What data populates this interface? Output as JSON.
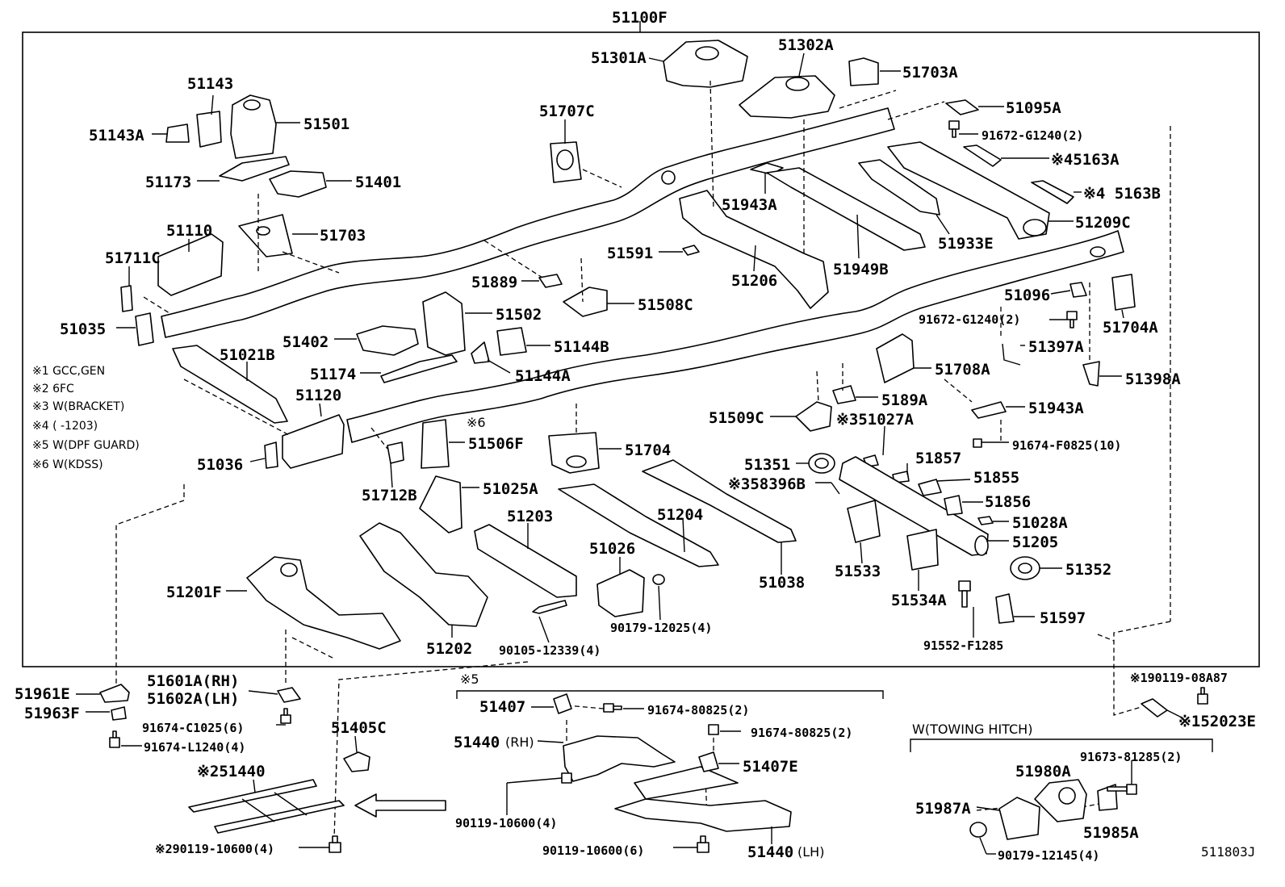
{
  "diagram": {
    "assembly_label": "51100F",
    "footer_code": "511803J",
    "notes": [
      {
        "id": "n1",
        "text": "※1 GCC,GEN"
      },
      {
        "id": "n2",
        "text": "※2 6FC"
      },
      {
        "id": "n3",
        "text": "※3 W(BRACKET)"
      },
      {
        "id": "n4",
        "text": "※4 (      -1203)"
      },
      {
        "id": "n5",
        "text": "※5 W(DPF GUARD)"
      },
      {
        "id": "n6",
        "text": "※6 W(KDSS)"
      }
    ],
    "group_notes": {
      "dpf_guard_mark": "※5",
      "towing_hitch": "W(TOWING HITCH)",
      "kdss_mark": "※6"
    },
    "labels": [
      {
        "id": "p51301A",
        "text": "51301A"
      },
      {
        "id": "p51302A",
        "text": "51302A"
      },
      {
        "id": "p51703A",
        "text": "51703A"
      },
      {
        "id": "p51095A",
        "text": "51095A"
      },
      {
        "id": "p91672a",
        "text": "91672-G1240(2)"
      },
      {
        "id": "p5163A",
        "text": "※45163A"
      },
      {
        "id": "p5163B",
        "text": "※4 5163B"
      },
      {
        "id": "p51209C",
        "text": "51209C"
      },
      {
        "id": "p51933E",
        "text": "51933E"
      },
      {
        "id": "p51143",
        "text": "51143"
      },
      {
        "id": "p51143A",
        "text": "51143A"
      },
      {
        "id": "p51501",
        "text": "51501"
      },
      {
        "id": "p51707C",
        "text": "51707C"
      },
      {
        "id": "p51173",
        "text": "51173"
      },
      {
        "id": "p51401",
        "text": "51401"
      },
      {
        "id": "p51943Aa",
        "text": "51943A"
      },
      {
        "id": "p51110",
        "text": "51110"
      },
      {
        "id": "p51703",
        "text": "51703"
      },
      {
        "id": "p51711C",
        "text": "51711C"
      },
      {
        "id": "p51591",
        "text": "51591"
      },
      {
        "id": "p51949B",
        "text": "51949B"
      },
      {
        "id": "p51206",
        "text": "51206"
      },
      {
        "id": "p51096",
        "text": "51096"
      },
      {
        "id": "p51704A",
        "text": "51704A"
      },
      {
        "id": "p51889",
        "text": "51889"
      },
      {
        "id": "p51508C",
        "text": "51508C"
      },
      {
        "id": "p91672b",
        "text": "91672-G1240(2)"
      },
      {
        "id": "p51035",
        "text": "51035"
      },
      {
        "id": "p51502",
        "text": "51502"
      },
      {
        "id": "p51402",
        "text": "51402"
      },
      {
        "id": "p51144B",
        "text": "51144B"
      },
      {
        "id": "p51397A",
        "text": "51397A"
      },
      {
        "id": "p51021B",
        "text": "51021B"
      },
      {
        "id": "p51174",
        "text": "51174"
      },
      {
        "id": "p51144A",
        "text": "51144A"
      },
      {
        "id": "p51708A",
        "text": "51708A"
      },
      {
        "id": "p51398A",
        "text": "51398A"
      },
      {
        "id": "p51120",
        "text": "51120"
      },
      {
        "id": "p5189A",
        "text": "5189A"
      },
      {
        "id": "p51943Ab",
        "text": "51943A"
      },
      {
        "id": "p51509C",
        "text": "51509C"
      },
      {
        "id": "p51027A",
        "text": "※351027A"
      },
      {
        "id": "p51506F",
        "text": "51506F"
      },
      {
        "id": "p51036",
        "text": "51036"
      },
      {
        "id": "p51704",
        "text": "51704"
      },
      {
        "id": "p91674F",
        "text": "91674-F0825(10)"
      },
      {
        "id": "p51857",
        "text": "51857"
      },
      {
        "id": "p51351",
        "text": "51351"
      },
      {
        "id": "p51855",
        "text": "51855"
      },
      {
        "id": "p58396B",
        "text": "※358396B"
      },
      {
        "id": "p51712B",
        "text": "51712B"
      },
      {
        "id": "p51025A",
        "text": "51025A"
      },
      {
        "id": "p51856",
        "text": "51856"
      },
      {
        "id": "p51203",
        "text": "51203"
      },
      {
        "id": "p51204",
        "text": "51204"
      },
      {
        "id": "p51028A",
        "text": "51028A"
      },
      {
        "id": "p51205",
        "text": "51205"
      },
      {
        "id": "p51026",
        "text": "51026"
      },
      {
        "id": "p51533",
        "text": "51533"
      },
      {
        "id": "p51352",
        "text": "51352"
      },
      {
        "id": "p51038",
        "text": "51038"
      },
      {
        "id": "p51201F",
        "text": "51201F"
      },
      {
        "id": "p51534A",
        "text": "51534A"
      },
      {
        "id": "p51597",
        "text": "51597"
      },
      {
        "id": "p90179a",
        "text": "90179-12025(4)"
      },
      {
        "id": "p51202",
        "text": "51202"
      },
      {
        "id": "p90105",
        "text": "90105-12339(4)"
      },
      {
        "id": "p91552",
        "text": "91552-F1285"
      },
      {
        "id": "p90119_08A87",
        "text": "※190119-08A87"
      },
      {
        "id": "p51961E",
        "text": "51961E"
      },
      {
        "id": "p51601A",
        "text": "51601A(RH)"
      },
      {
        "id": "p51602A",
        "text": "51602A(LH)"
      },
      {
        "id": "p51963F",
        "text": "51963F"
      },
      {
        "id": "p91674C",
        "text": "91674-C1025(6)"
      },
      {
        "id": "p52023E",
        "text": "※152023E"
      },
      {
        "id": "p51407",
        "text": "51407"
      },
      {
        "id": "p91674_80825a",
        "text": "91674-80825(2)"
      },
      {
        "id": "p51405C",
        "text": "51405C"
      },
      {
        "id": "p91674L",
        "text": "91674-L1240(4)"
      },
      {
        "id": "p91674_80825b",
        "text": "91674-80825(2)"
      },
      {
        "id": "p51440RH",
        "text": "51440"
      },
      {
        "id": "p51440RHs",
        "text": "(RH)"
      },
      {
        "id": "p51407E",
        "text": "51407E"
      },
      {
        "id": "p51440x2",
        "text": "※251440"
      },
      {
        "id": "p91673",
        "text": "91673-81285(2)"
      },
      {
        "id": "p51980A",
        "text": "51980A"
      },
      {
        "id": "p51987A",
        "text": "51987A"
      },
      {
        "id": "p51985A",
        "text": "51985A"
      },
      {
        "id": "p90119_10600a",
        "text": "90119-10600(4)"
      },
      {
        "id": "p90119_10600b",
        "text": "※290119-10600(4)"
      },
      {
        "id": "p90119_10600c",
        "text": "90119-10600(6)"
      },
      {
        "id": "p51440LH",
        "text": "51440"
      },
      {
        "id": "p51440LHs",
        "text": "(LH)"
      },
      {
        "id": "p90179b",
        "text": "90179-12145(4)"
      }
    ]
  }
}
